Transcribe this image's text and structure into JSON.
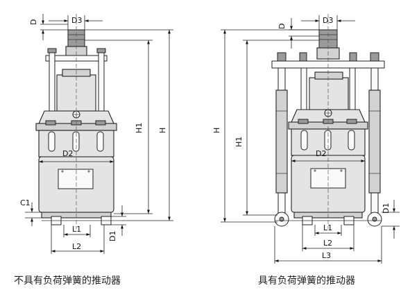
{
  "labels": {
    "d": "D",
    "d1": "D1",
    "d2": "D2",
    "d3": "D3",
    "h": "H",
    "h1": "H1",
    "c1": "C1",
    "l1": "L1",
    "l2": "L2",
    "l3": "L3"
  },
  "captions": {
    "left": "不具有负荷弹簧的推动器",
    "right": "具有负荷弹簧的推动器"
  }
}
